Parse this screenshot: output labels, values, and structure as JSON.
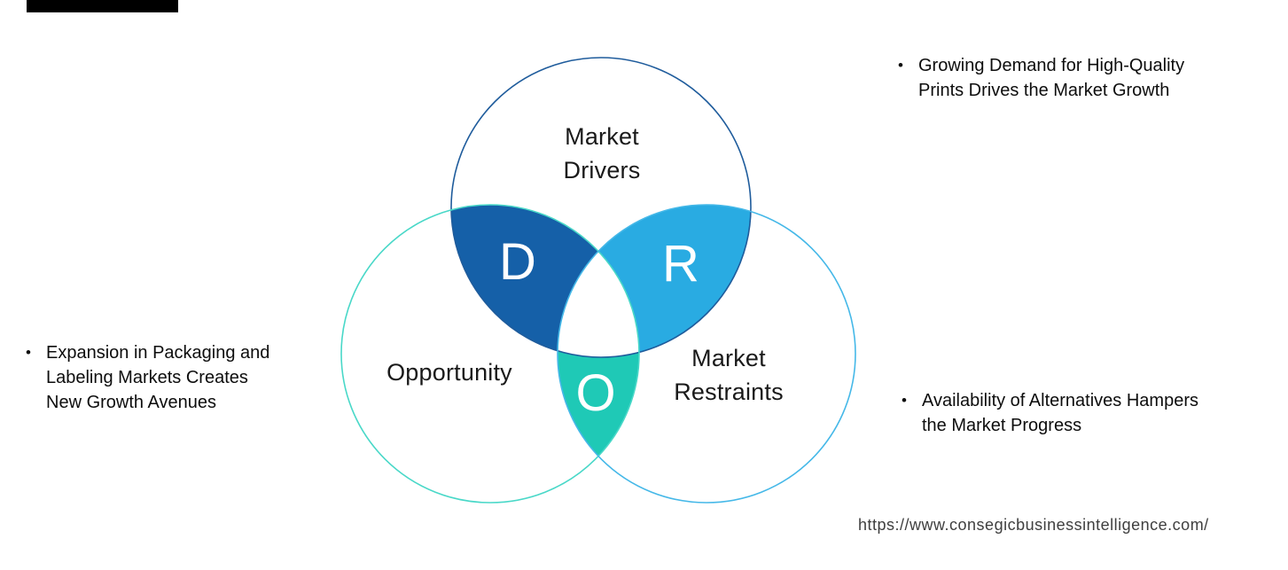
{
  "diagram": {
    "drivers": {
      "label": "Market\nDrivers",
      "letter": "D"
    },
    "opportunity": {
      "label": "Opportunity",
      "letter": "O"
    },
    "restraints": {
      "label": "Market\nRestraints",
      "letter": "R"
    },
    "colors": {
      "drivers_fill": "#1560a8",
      "restraints_fill": "#29abe2",
      "opportunity_fill": "#1fc9b6",
      "drivers_stroke": "#1f5c9c",
      "opportunity_stroke": "#49d8c8",
      "restraints_stroke": "#45b8e8",
      "overlap_center": "#ffffff"
    }
  },
  "notes": {
    "bullet": "•",
    "drivers": "Growing Demand for High-Quality\nPrints Drives the Market Growth",
    "opportunity": "Expansion in Packaging and\nLabeling Markets Creates\nNew Growth Avenues",
    "restraints": "Availability of Alternatives Hampers\nthe Market Progress"
  },
  "footer": {
    "url": "https://www.consegicbusinessintelligence.com/"
  }
}
